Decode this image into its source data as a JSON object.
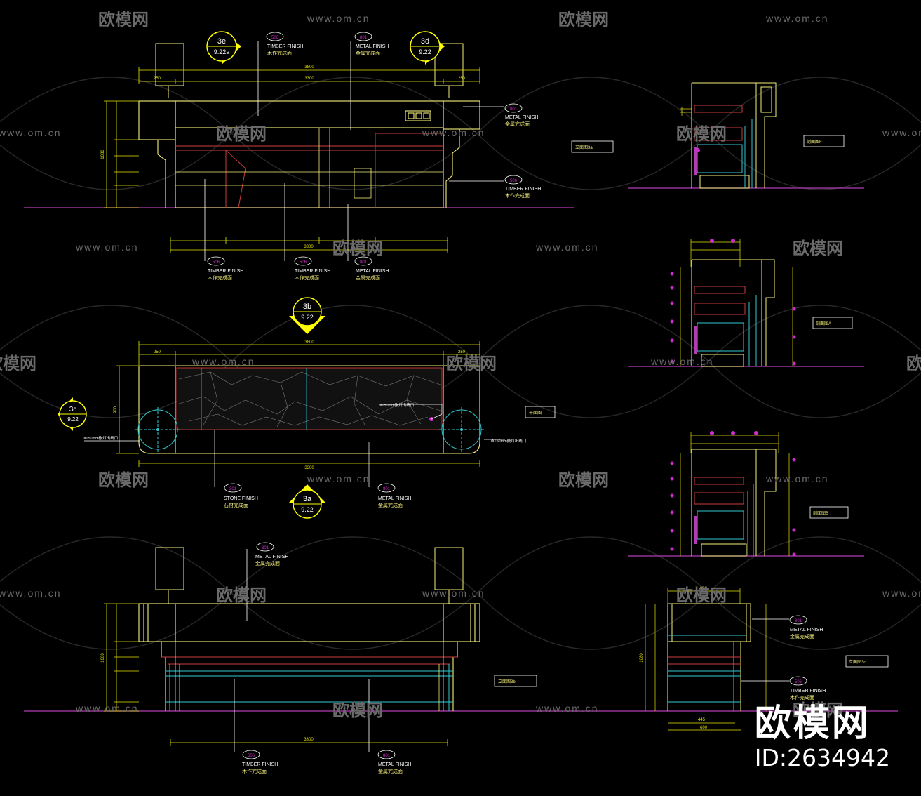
{
  "colors": {
    "background": "#000000",
    "outline": "#f3ee7a",
    "leader": "#ffffff",
    "dimension": "#e6e600",
    "ground": "#b33cb5",
    "tag_stroke": "#ffffff",
    "tag_code": "#d02ad0",
    "section_marker": "#ffff00",
    "inner_red": "#cc3b3b",
    "inner_cyan": "#2fc8d0",
    "stone_hatch": "#888888",
    "watermark": "#4a4a4a"
  },
  "watermark": {
    "brand": "欧模网",
    "url": "www.om.cn"
  },
  "brand_logo": {
    "name": "欧模网",
    "id_text": "ID:2634942"
  },
  "finishes": {
    "metal": {
      "code": "801",
      "en": "METAL FINISH",
      "cn": "金属完成面"
    },
    "timber": {
      "code": "506",
      "en": "TIMBER FINISH",
      "cn": "木作完成面"
    },
    "stone": {
      "code": "301",
      "en": "STONE FINISH",
      "cn": "石材完成面"
    }
  },
  "section_markers": {
    "m3e": {
      "id": "3e",
      "sheet": "9.22a"
    },
    "m3d": {
      "id": "3d",
      "sheet": "9.22"
    },
    "m3b": {
      "id": "3b",
      "sheet": "9.22"
    },
    "m3c": {
      "id": "3c",
      "sheet": "9.22"
    },
    "m3a": {
      "id": "3a",
      "sheet": "9.22"
    }
  },
  "view_labels": {
    "front_elevation": "立面图3a",
    "plan": "平面图",
    "section_top": "剖面图F",
    "section_mid": "剖面图A",
    "section_low": "剖面图B",
    "rear_elevation": "立面图3b",
    "side_elevation": "立面图3c"
  },
  "plan_notes": {
    "outlet_left": "Φ150mm嵌灯出线口",
    "outlet_right": "Φ150mm嵌灯出线口",
    "outlet_center": "Φ150mm嵌灯出线口"
  },
  "dimensions": {
    "overall": "3800",
    "inner": "3300",
    "left_end": "250",
    "right_end": "250",
    "height": "1080",
    "depth": "900",
    "plan_depth": "900",
    "plan_length": "3300",
    "side_width": "600",
    "side_inner": "445"
  }
}
